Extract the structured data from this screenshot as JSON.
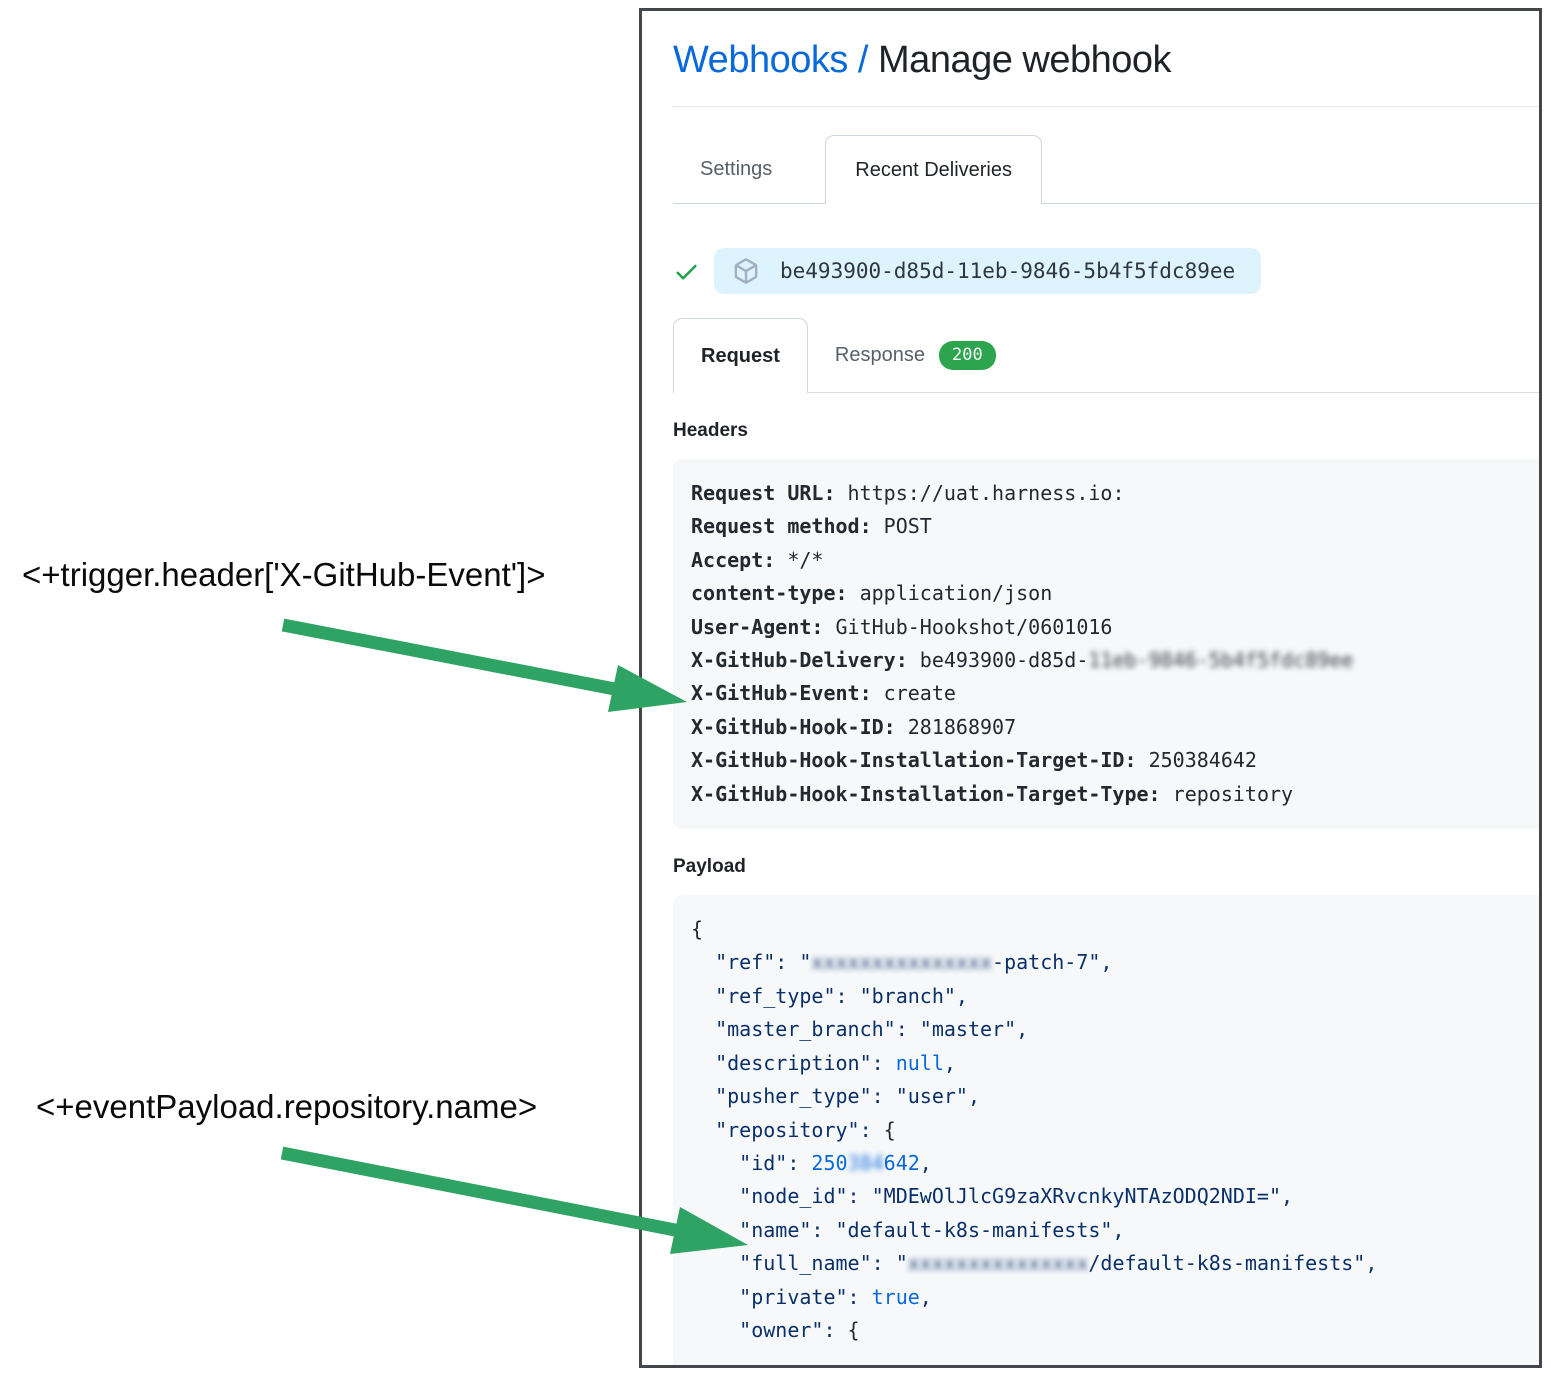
{
  "annotations": {
    "trigger_expression": "<+trigger.header['X-GitHub-Event']>",
    "payload_expression": "<+eventPayload.repository.name>"
  },
  "colors": {
    "arrow_green": "#2fa364",
    "check_green": "#22a248",
    "badge_green": "#2da44e",
    "link_blue": "#0969da",
    "pill_blue_bg": "#ddf4ff",
    "json_key_navy": "#0a3069",
    "json_literal_blue": "#0969da"
  },
  "header": {
    "breadcrumb_link": "Webhooks / ",
    "breadcrumb_current": "Manage webhook"
  },
  "tabs": {
    "settings": "Settings",
    "recent_deliveries": "Recent Deliveries"
  },
  "delivery": {
    "status": "success",
    "id": "be493900-d85d-11eb-9846-5b4f5fdc89ee"
  },
  "subtabs": {
    "request": "Request",
    "response": "Response",
    "status_code": "200"
  },
  "headers_section": {
    "title": "Headers",
    "lines": [
      [
        {
          "t": "Request URL:",
          "c": "hb"
        },
        {
          "t": " https://uat.harness.io:",
          "c": "hv"
        }
      ],
      [
        {
          "t": "Request method:",
          "c": "hb"
        },
        {
          "t": " POST",
          "c": "hv"
        }
      ],
      [
        {
          "t": "Accept:",
          "c": "hb"
        },
        {
          "t": " */*",
          "c": "hv"
        }
      ],
      [
        {
          "t": "content-type:",
          "c": "hb"
        },
        {
          "t": " application/json",
          "c": "hv"
        }
      ],
      [
        {
          "t": "User-Agent:",
          "c": "hb"
        },
        {
          "t": " GitHub-Hookshot/0601016",
          "c": "hv"
        }
      ],
      [
        {
          "t": "X-GitHub-Delivery:",
          "c": "hb"
        },
        {
          "t": " be493900-d85d-",
          "c": "hv"
        },
        {
          "t": "11eb-9846-5b4f5fdc89ee",
          "c": "hv",
          "blur": true
        }
      ],
      [
        {
          "t": "X-GitHub-Event:",
          "c": "hb"
        },
        {
          "t": " create",
          "c": "hv"
        }
      ],
      [
        {
          "t": "X-GitHub-Hook-ID:",
          "c": "hb"
        },
        {
          "t": " 281868907",
          "c": "hv"
        }
      ],
      [
        {
          "t": "X-GitHub-Hook-Installation-Target-ID:",
          "c": "hb"
        },
        {
          "t": " 250384642",
          "c": "hv"
        }
      ],
      [
        {
          "t": "X-GitHub-Hook-Installation-Target-Type:",
          "c": "hb"
        },
        {
          "t": " repository",
          "c": "hv"
        }
      ]
    ]
  },
  "payload_section": {
    "title": "Payload",
    "lines": [
      [
        {
          "t": "{",
          "c": "d"
        }
      ],
      [
        {
          "t": "  \"ref\": \"",
          "c": "j"
        },
        {
          "t": "xxxxxxxxxxxxxxx",
          "c": "j",
          "blur": true
        },
        {
          "t": "-patch-7\",",
          "c": "j"
        }
      ],
      [
        {
          "t": "  \"ref_type\": \"branch\",",
          "c": "j"
        }
      ],
      [
        {
          "t": "  \"master_branch\": \"master\",",
          "c": "j"
        }
      ],
      [
        {
          "t": "  \"description\": ",
          "c": "j"
        },
        {
          "t": "null",
          "c": "l"
        },
        {
          "t": ",",
          "c": "j"
        }
      ],
      [
        {
          "t": "  \"pusher_type\": \"user\",",
          "c": "j"
        }
      ],
      [
        {
          "t": "  \"repository\": ",
          "c": "j"
        },
        {
          "t": "{",
          "c": "d"
        }
      ],
      [
        {
          "t": "    \"id\": ",
          "c": "j"
        },
        {
          "t": "250",
          "c": "l"
        },
        {
          "t": "384",
          "c": "l",
          "blur": true
        },
        {
          "t": "642",
          "c": "l"
        },
        {
          "t": ",",
          "c": "j"
        }
      ],
      [
        {
          "t": "    \"node_id\": \"MDEwOlJlcG9zaXRvcnkyNTAzODQ2NDI=\",",
          "c": "j"
        }
      ],
      [
        {
          "t": "    \"name\": \"default-k8s-manifests\",",
          "c": "j"
        }
      ],
      [
        {
          "t": "    \"full_name\": \"",
          "c": "j"
        },
        {
          "t": "xxxxxxxxxxxxxxx",
          "c": "j",
          "blur": true
        },
        {
          "t": "/default-k8s-manifests\",",
          "c": "j"
        }
      ],
      [
        {
          "t": "    \"private\": ",
          "c": "j"
        },
        {
          "t": "true",
          "c": "l"
        },
        {
          "t": ",",
          "c": "j"
        }
      ],
      [
        {
          "t": "    \"owner\": ",
          "c": "j"
        },
        {
          "t": "{",
          "c": "d"
        }
      ]
    ]
  }
}
